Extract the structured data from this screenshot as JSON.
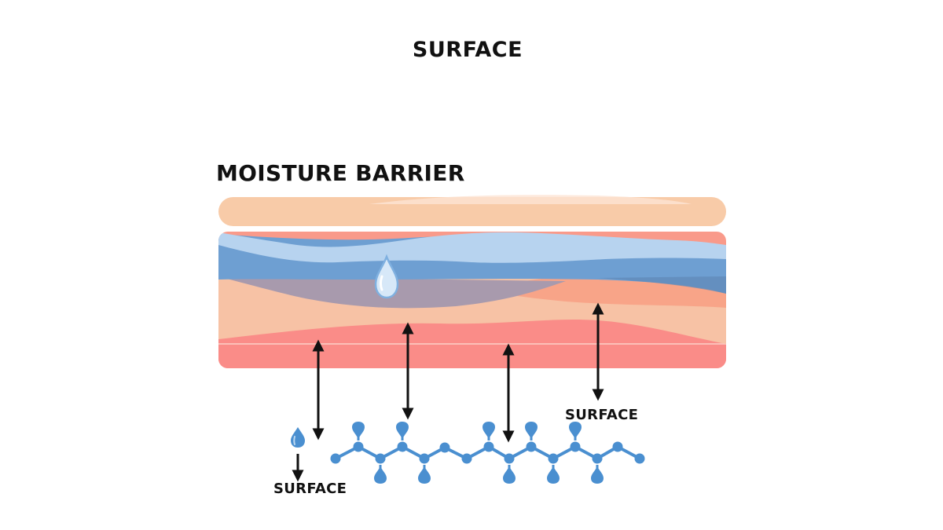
{
  "labels": {
    "top_title": "SURFACE",
    "barrier_title": "MOISTURE BARRIER",
    "surface_right": "SURFACE",
    "surface_left": "SURFACE"
  },
  "colors": {
    "top_band": "#f8cba8",
    "blue_dark": "#6e9fd2",
    "blue_light": "#b7d3ef",
    "peach": "#f7c2a5",
    "salmon": "#f8a488",
    "mauve": "#a89aad",
    "pink": "#fa8c88",
    "base": "#f99a8a",
    "molecule": "#4a8fd0",
    "arrow": "#111111"
  },
  "icons": {
    "water_drop": "water-drop-icon",
    "small_drop": "small-drop-icon",
    "molecule_chain": "molecule-chain-icon",
    "arrows": "double-headed-arrow-icon"
  }
}
